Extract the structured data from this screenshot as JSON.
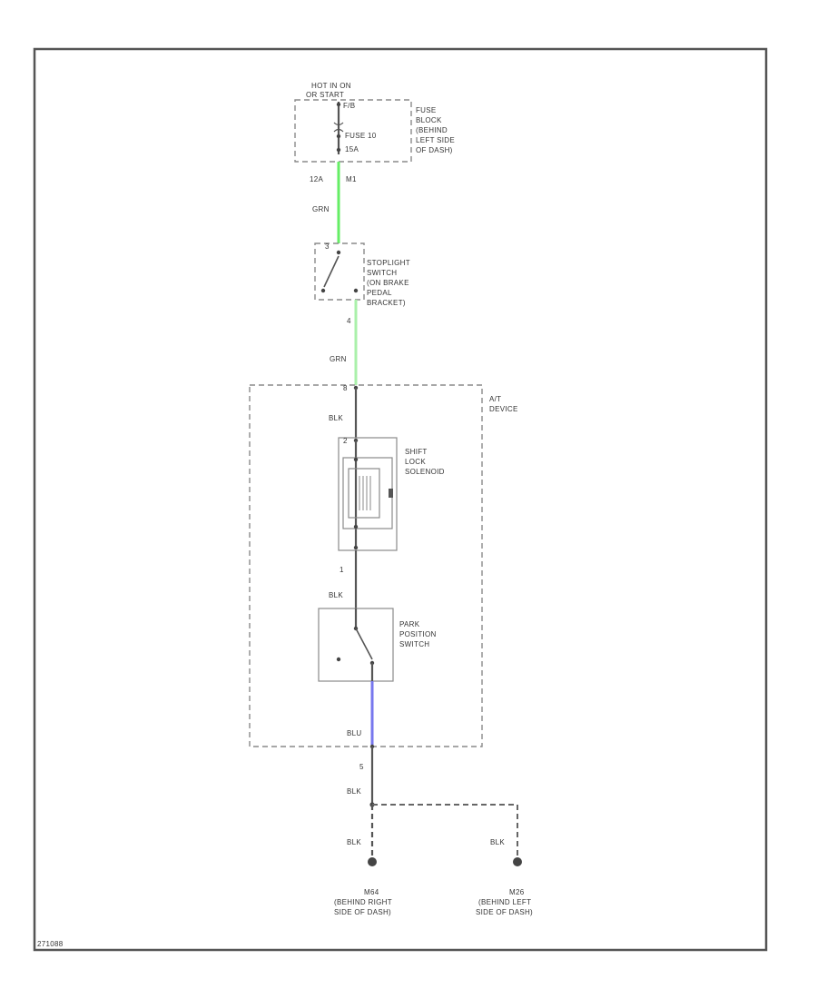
{
  "colors": {
    "frame": "#555555",
    "wire_green": "#66ee66",
    "wire_light_green": "#aaf0aa",
    "wire_blue": "#7777ee",
    "wire_black": "#555555"
  },
  "power": {
    "label_line1": "HOT IN ON",
    "label_line2": "OR START",
    "fuse_pin_top": "F/B",
    "fuse_label": "FUSE 10",
    "fuse_rating": "15A",
    "terminal_left": "12A",
    "terminal_right": "M1"
  },
  "fuse_block": {
    "lines": [
      "FUSE",
      "BLOCK",
      "(BEHIND",
      "LEFT SIDE",
      "OF DASH)"
    ]
  },
  "stoplight_switch": {
    "pin_top": "3",
    "pin_bottom": "4",
    "lines": [
      "STOPLIGHT",
      "SWITCH",
      "(ON BRAKE",
      "PEDAL",
      "BRACKET)"
    ]
  },
  "wires": {
    "w1": "GRN",
    "w2": "GRN",
    "w3": "BLK",
    "w4": "BLK",
    "w5": "BLU",
    "w6": "BLK",
    "w7": "BLK",
    "w8": "BLK"
  },
  "at_device": {
    "lines": [
      "A/T",
      "DEVICE"
    ],
    "pin_in": "8"
  },
  "shift_lock_solenoid": {
    "pin_top": "2",
    "pin_bottom": "1",
    "lines": [
      "SHIFT",
      "LOCK",
      "SOLENOID"
    ]
  },
  "park_switch": {
    "lines": [
      "PARK",
      "POSITION",
      "SWITCH"
    ]
  },
  "ground_pin": "5",
  "grounds": {
    "left": {
      "id": "M64",
      "lines": [
        "(BEHIND RIGHT",
        "SIDE OF DASH)"
      ]
    },
    "right": {
      "id": "M26",
      "lines": [
        "(BEHIND LEFT",
        "SIDE OF DASH)"
      ]
    }
  },
  "footer_code": "271088"
}
